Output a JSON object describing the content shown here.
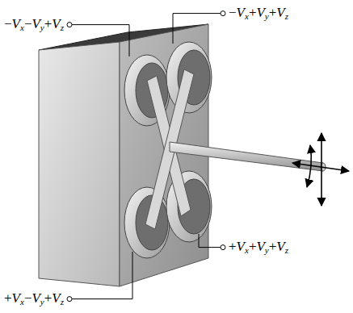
{
  "diagram": {
    "labels": [
      "−Vx−Vy+Vz",
      "−Vx+Vy+Vz",
      "+Vx+Vy+Vz",
      "+Vx−Vy+Vz"
    ]
  }
}
